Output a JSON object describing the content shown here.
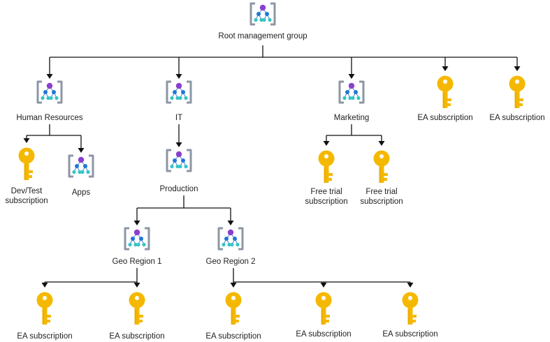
{
  "nodes": {
    "root": {
      "kind": "management-group",
      "label": [
        "Root management group"
      ]
    },
    "hr": {
      "kind": "management-group",
      "label": [
        "Human Resources"
      ]
    },
    "it": {
      "kind": "management-group",
      "label": [
        "IT"
      ]
    },
    "marketing": {
      "kind": "management-group",
      "label": [
        "Marketing"
      ]
    },
    "ea_top_1": {
      "kind": "subscription",
      "label": [
        "EA subscription"
      ]
    },
    "ea_top_2": {
      "kind": "subscription",
      "label": [
        "EA subscription"
      ]
    },
    "devtest": {
      "kind": "subscription",
      "label": [
        "Dev/Test",
        "subscription"
      ]
    },
    "apps": {
      "kind": "management-group",
      "label": [
        "Apps"
      ]
    },
    "production": {
      "kind": "management-group",
      "label": [
        "Production"
      ]
    },
    "trial_1": {
      "kind": "subscription",
      "label": [
        "Free trial",
        "subscription"
      ]
    },
    "trial_2": {
      "kind": "subscription",
      "label": [
        "Free trial",
        "subscription"
      ]
    },
    "geo1": {
      "kind": "management-group",
      "label": [
        "Geo Region 1"
      ]
    },
    "geo2": {
      "kind": "management-group",
      "label": [
        "Geo Region 2"
      ]
    },
    "ea_g1_1": {
      "kind": "subscription",
      "label": [
        "EA subscription"
      ]
    },
    "ea_g1_2": {
      "kind": "subscription",
      "label": [
        "EA subscription"
      ]
    },
    "ea_g2_1": {
      "kind": "subscription",
      "label": [
        "EA subscription"
      ]
    },
    "ea_g2_2": {
      "kind": "subscription",
      "label": [
        "EA subscription"
      ]
    },
    "ea_g2_3": {
      "kind": "subscription",
      "label": [
        "EA subscription"
      ]
    }
  },
  "edges": [
    {
      "from": "root",
      "to": [
        "hr",
        "it",
        "marketing",
        "ea_top_1",
        "ea_top_2"
      ]
    },
    {
      "from": "hr",
      "to": [
        "devtest",
        "apps"
      ]
    },
    {
      "from": "it",
      "to": [
        "production"
      ]
    },
    {
      "from": "marketing",
      "to": [
        "trial_1",
        "trial_2"
      ]
    },
    {
      "from": "production",
      "to": [
        "geo1",
        "geo2"
      ]
    },
    {
      "from": "geo1",
      "to": [
        "ea_g1_1",
        "ea_g1_2"
      ]
    },
    {
      "from": "geo2",
      "to": [
        "ea_g2_1",
        "ea_g2_2",
        "ea_g2_3"
      ]
    }
  ],
  "colors": {
    "group_bracket": "#8d96a3",
    "group_top_node": "#8a3fcf",
    "group_mid_node": "#1f77d8",
    "group_leaf_node": "#35c3c7",
    "key_fill": "#f5b800",
    "key_dark": "#d89a00",
    "line": "#111111",
    "text": "#222222"
  }
}
